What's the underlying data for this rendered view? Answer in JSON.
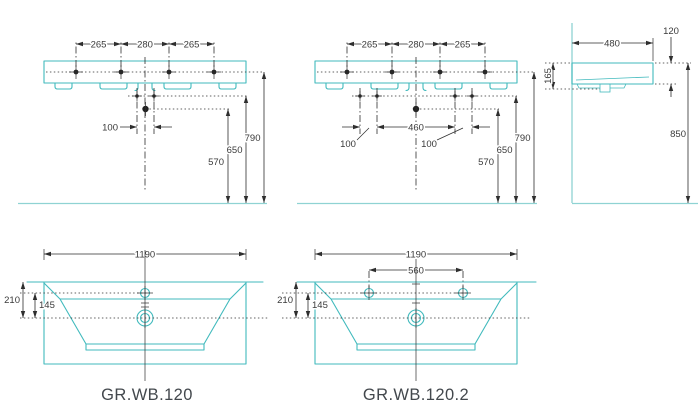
{
  "colors": {
    "product_outline": "#41babd",
    "guide_line": "#8fd3d3",
    "dimension_line": "#2e2e2e",
    "dimension_text": "#3a3a3a",
    "model_text": "#43484d",
    "background": "#ffffff"
  },
  "views": {
    "top_left": {
      "dim_265_left": "265",
      "dim_280": "280",
      "dim_265_right": "265",
      "dim_100": "100",
      "dim_570": "570",
      "dim_650": "650",
      "dim_790": "790"
    },
    "top_middle": {
      "dim_265_left": "265",
      "dim_280": "280",
      "dim_265_right": "265",
      "dim_460": "460",
      "dim_100_left": "100",
      "dim_100_right": "100",
      "dim_570": "570",
      "dim_650": "650",
      "dim_790": "790"
    },
    "side": {
      "dim_480": "480",
      "dim_120": "120",
      "dim_165": "165",
      "dim_850": "850"
    },
    "front_left": {
      "dim_1190": "1190",
      "dim_210": "210",
      "dim_145": "145",
      "model": "GR.WB.120"
    },
    "front_middle": {
      "dim_1190": "1190",
      "dim_560": "560",
      "dim_210": "210",
      "dim_145": "145",
      "model": "GR.WB.120.2"
    }
  }
}
